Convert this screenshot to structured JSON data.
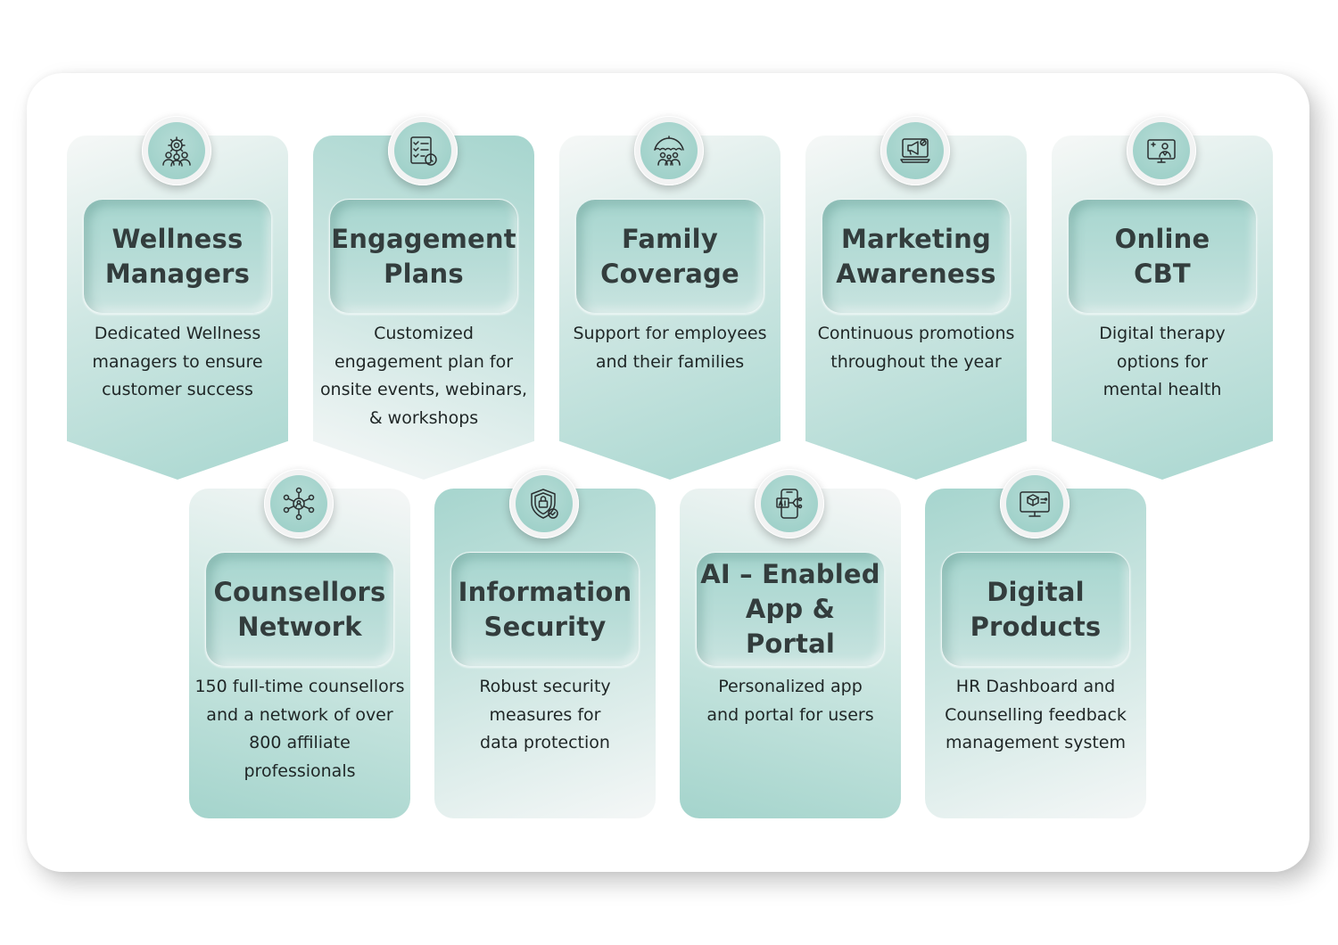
{
  "cards": [
    {
      "title": "Wellness\nManagers",
      "description": "Dedicated Wellness\nmanagers to ensure\ncustomer success",
      "icon": "team-gear-icon"
    },
    {
      "title": "Engagement\nPlans",
      "description": "Customized\nengagement plan for\nonsite events, webinars,\n& workshops",
      "icon": "checklist-clock-icon"
    },
    {
      "title": "Family\nCoverage",
      "description": "Support for employees\nand their families",
      "icon": "umbrella-family-icon"
    },
    {
      "title": "Marketing\nAwareness",
      "description": "Continuous promotions\nthroughout the year",
      "icon": "megaphone-screen-icon"
    },
    {
      "title": "Online\nCBT",
      "description": "Digital therapy\noptions for\nmental health",
      "icon": "doctor-monitor-icon"
    },
    {
      "title": "Counsellors\nNetwork",
      "description": "150 full-time counsellors\nand a network of over\n800 affiliate\nprofessionals",
      "icon": "network-person-icon"
    },
    {
      "title": "Information\nSecurity",
      "description": "Robust security\nmeasures for\ndata protection",
      "icon": "shield-lock-icon"
    },
    {
      "title": "AI – Enabled\nApp & Portal",
      "description": "Personalized app\nand portal for users",
      "icon": "ai-phone-icon"
    },
    {
      "title": "Digital\nProducts",
      "description": "HR Dashboard and\nCounselling feedback\nmanagement system",
      "icon": "monitor-box-icon"
    }
  ],
  "colors": {
    "accent": "#9fd2ca",
    "text_dark": "#333d3d",
    "icon_stroke": "#2b2f30"
  }
}
